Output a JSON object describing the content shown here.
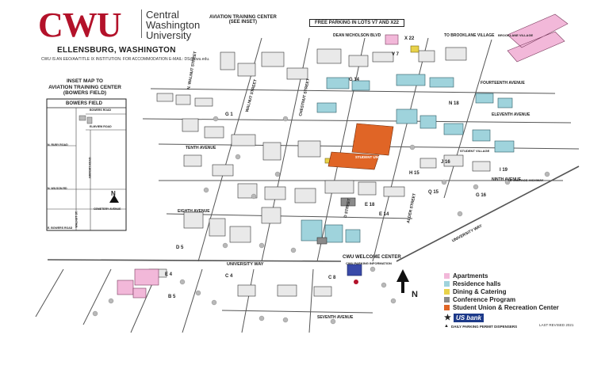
{
  "header": {
    "logo_text": "CWU",
    "university_line1": "Central",
    "university_line2": "Washington",
    "university_line3": "University",
    "city": "ELLENSBURG, WASHINGTON",
    "eeo_note": "CWU IS AN EEO/AA/TITLE IX INSTITUTION. FOR ACCOMMODATION E-MAIL: DS@cwu.edu."
  },
  "banners": {
    "aviation_center": "AVIATION TRAINING CENTER",
    "aviation_see_inset": "(SEE INSET)",
    "free_parking": "FREE PARKING IN LOTS V7 AND X22"
  },
  "inset": {
    "title_line1": "INSET MAP TO",
    "title_line2": "AVIATION TRAINING CENTER",
    "title_line3": "(BOWERS FIELD)",
    "field_label": "BOWERS FIELD",
    "roads": [
      "BOWERS ROAD",
      "ELMVIEW ROAD",
      "N. RUBY ROAD",
      "AIRPORT ROAD",
      "N. WILSON RD",
      "CEMETERY AVENUE",
      "WALNUT ST.",
      "E. BOWERS ROAD"
    ]
  },
  "streets": {
    "university_way": "UNIVERSITY WAY",
    "fourteenth": "FOURTEENTH AVENUE",
    "eleventh": "ELEVENTH AVENUE",
    "ninth": "NINTH AVENUE",
    "tenth": "TENTH AVENUE",
    "eighth": "EIGHTH AVENUE",
    "seventh": "SEVENTH AVENUE",
    "dean_nicholson": "DEAN NICHOLSON BLVD",
    "chestnut": "CHESTNUT STREET",
    "walnut": "WALNUT STREET",
    "d_street": "D STREET",
    "alder": "ALDER STREET",
    "brooklane": "TO BROOKLANE VILLAGE",
    "n_walnut": "N. WALNUT STREET",
    "vantage": "TO VANTAGE HIGHWAY",
    "university_way_se": "UNIVERSITY WAY"
  },
  "lots": [
    "X 22",
    "V 7",
    "G 14",
    "G 1",
    "N 18",
    "J 16",
    "I 19",
    "H 15",
    "G 16",
    "Q 15",
    "E 18",
    "E 14",
    "D 5",
    "E 4",
    "B 5",
    "C 4",
    "C 8"
  ],
  "buildings": {
    "welcome_center": "CWU WELCOME CENTER",
    "visitor_info": "CWU PARKING INFORMATION",
    "student_union": "STUDENT UNION",
    "brooklane_village": "BROOKLANE VILLAGE",
    "student_village": "STUDENT VILLAGE"
  },
  "legend": {
    "items": [
      {
        "label": "Apartments",
        "color": "#f2b8d9"
      },
      {
        "label": "Residence halls",
        "color": "#9fd3dc"
      },
      {
        "label": "Dining & Catering",
        "color": "#e8d24a"
      },
      {
        "label": "Conference Program",
        "color": "#8a8a8a"
      },
      {
        "label": "Student Union & Recreation Center",
        "color": "#e06526"
      }
    ],
    "bank_name": "US bank",
    "parking_dispensers": "DAILY PARKING PERMIT DISPENSERS",
    "revised_note": "LAST REVISED 2021"
  },
  "north_label": "N",
  "colors": {
    "brand_red": "#b3122a",
    "apartments": "#f2b8d9",
    "residence": "#9fd3dc",
    "dining": "#e8d24a",
    "conference": "#8a8a8a",
    "union": "#e06526",
    "welcome": "#3a4aa8"
  }
}
